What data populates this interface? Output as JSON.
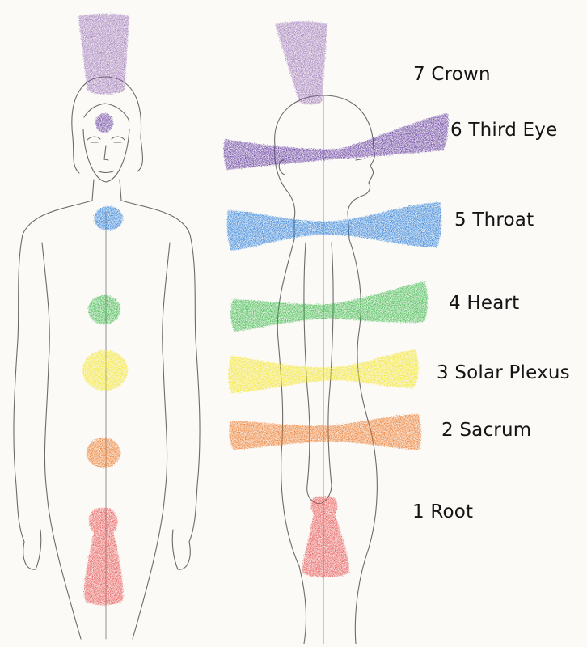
{
  "colors": {
    "paper": "#fbfaf7",
    "pencil": "#5a5a5a",
    "crown": "#8e5fae",
    "third_eye": "#5a2f9a",
    "throat": "#1e74d8",
    "heart": "#2fb43e",
    "solar_plexus": "#f3e31a",
    "sacrum": "#ec6f1f",
    "root": "#e64a4a"
  },
  "chakras": [
    {
      "id": "crown",
      "label": "7 Crown",
      "color_key": "crown"
    },
    {
      "id": "third-eye",
      "label": "6 Third Eye",
      "color_key": "third_eye"
    },
    {
      "id": "throat",
      "label": "5 Throat",
      "color_key": "throat"
    },
    {
      "id": "heart",
      "label": "4 Heart",
      "color_key": "heart"
    },
    {
      "id": "solar-plexus",
      "label": "3 Solar Plexus",
      "color_key": "solar_plexus"
    },
    {
      "id": "sacrum",
      "label": "2 Sacrum",
      "color_key": "sacrum"
    },
    {
      "id": "root",
      "label": "1 Root",
      "color_key": "root"
    }
  ]
}
